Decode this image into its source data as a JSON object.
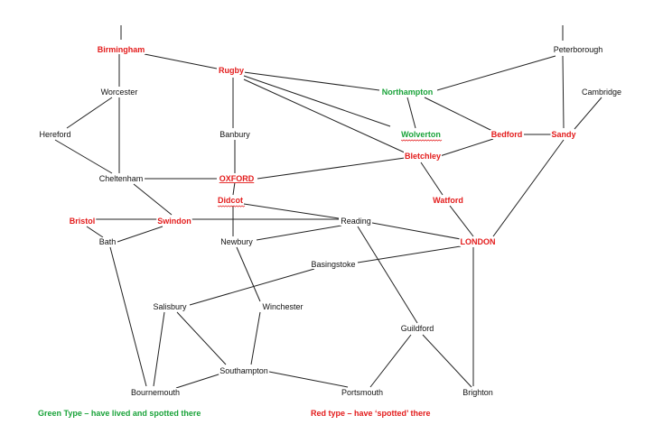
{
  "colors": {
    "black": "#111111",
    "red": "#e31b1b",
    "green": "#1aa33a",
    "edge": "#222222"
  },
  "nodes": [
    {
      "id": "birmingham",
      "label": "Birmingham",
      "color": "red"
    },
    {
      "id": "peterborough",
      "label": "Peterborough",
      "color": "black"
    },
    {
      "id": "rugby",
      "label": "Rugby",
      "color": "red"
    },
    {
      "id": "northampton",
      "label": "Northampton",
      "color": "green"
    },
    {
      "id": "worcester",
      "label": "Worcester",
      "color": "black"
    },
    {
      "id": "cambridge",
      "label": "Cambridge",
      "color": "black"
    },
    {
      "id": "hereford",
      "label": "Hereford",
      "color": "black"
    },
    {
      "id": "banbury",
      "label": "Banbury",
      "color": "black"
    },
    {
      "id": "wolverton",
      "label": "Wolverton",
      "color": "green",
      "squiggle": true
    },
    {
      "id": "bedford",
      "label": "Bedford",
      "color": "red"
    },
    {
      "id": "sandy",
      "label": "Sandy",
      "color": "red"
    },
    {
      "id": "bletchley",
      "label": "Bletchley",
      "color": "red"
    },
    {
      "id": "cheltenham",
      "label": "Cheltenham",
      "color": "black"
    },
    {
      "id": "oxford",
      "label": "OXFORD",
      "color": "red",
      "underline": true
    },
    {
      "id": "didcot",
      "label": "Didcot",
      "color": "red",
      "squiggle": true
    },
    {
      "id": "watford",
      "label": "Watford",
      "color": "red"
    },
    {
      "id": "bristol",
      "label": "Bristol",
      "color": "red"
    },
    {
      "id": "swindon",
      "label": "Swindon",
      "color": "red"
    },
    {
      "id": "reading",
      "label": "Reading",
      "color": "black"
    },
    {
      "id": "bath",
      "label": "Bath",
      "color": "black"
    },
    {
      "id": "newbury",
      "label": "Newbury",
      "color": "black"
    },
    {
      "id": "london",
      "label": "LONDON",
      "color": "red"
    },
    {
      "id": "basingstoke",
      "label": "Basingstoke",
      "color": "black"
    },
    {
      "id": "salisbury",
      "label": "Salisbury",
      "color": "black"
    },
    {
      "id": "winchester",
      "label": "Winchester",
      "color": "black"
    },
    {
      "id": "guildford",
      "label": "Guildford",
      "color": "black"
    },
    {
      "id": "southampton",
      "label": "Southampton",
      "color": "black"
    },
    {
      "id": "bournemouth",
      "label": "Bournemouth",
      "color": "black"
    },
    {
      "id": "portsmouth",
      "label": "Portsmouth",
      "color": "black"
    },
    {
      "id": "brighton",
      "label": "Brighton",
      "color": "black"
    }
  ],
  "edges": [
    [
      "birmingham",
      "birmingham-north"
    ],
    [
      "peterborough",
      "peterborough-north"
    ],
    [
      "birmingham",
      "rugby"
    ],
    [
      "rugby",
      "northampton"
    ],
    [
      "rugby",
      "banbury"
    ],
    [
      "rugby",
      "wolverton"
    ],
    [
      "rugby",
      "bletchley"
    ],
    [
      "peterborough",
      "northampton"
    ],
    [
      "peterborough",
      "sandy"
    ],
    [
      "northampton",
      "wolverton"
    ],
    [
      "northampton",
      "bedford"
    ],
    [
      "cambridge",
      "sandy"
    ],
    [
      "bedford",
      "sandy"
    ],
    [
      "bedford",
      "bletchley"
    ],
    [
      "sandy",
      "london"
    ],
    [
      "birmingham",
      "worcester"
    ],
    [
      "worcester",
      "hereford"
    ],
    [
      "worcester",
      "cheltenham"
    ],
    [
      "hereford",
      "cheltenham"
    ],
    [
      "banbury",
      "oxford"
    ],
    [
      "cheltenham",
      "oxford"
    ],
    [
      "oxford",
      "bletchley"
    ],
    [
      "bletchley",
      "watford"
    ],
    [
      "watford",
      "london"
    ],
    [
      "cheltenham",
      "swindon"
    ],
    [
      "oxford",
      "didcot"
    ],
    [
      "didcot",
      "newbury"
    ],
    [
      "didcot",
      "reading"
    ],
    [
      "bristol",
      "swindon"
    ],
    [
      "swindon",
      "reading"
    ],
    [
      "swindon",
      "bath"
    ],
    [
      "bristol",
      "bath"
    ],
    [
      "newbury",
      "reading"
    ],
    [
      "reading",
      "london"
    ],
    [
      "reading",
      "guildford"
    ],
    [
      "newbury",
      "winchester"
    ],
    [
      "london",
      "basingstoke"
    ],
    [
      "london",
      "brighton"
    ],
    [
      "basingstoke",
      "salisbury"
    ],
    [
      "winchester",
      "southampton"
    ],
    [
      "salisbury",
      "southampton"
    ],
    [
      "salisbury",
      "bournemouth"
    ],
    [
      "bath",
      "bournemouth"
    ],
    [
      "bournemouth",
      "southampton"
    ],
    [
      "southampton",
      "portsmouth"
    ],
    [
      "portsmouth",
      "guildford"
    ],
    [
      "guildford",
      "brighton"
    ]
  ],
  "legend": {
    "green_text": "Green Type – have lived and spotted there",
    "red_text": "Red type – have ‘spotted’ there"
  }
}
